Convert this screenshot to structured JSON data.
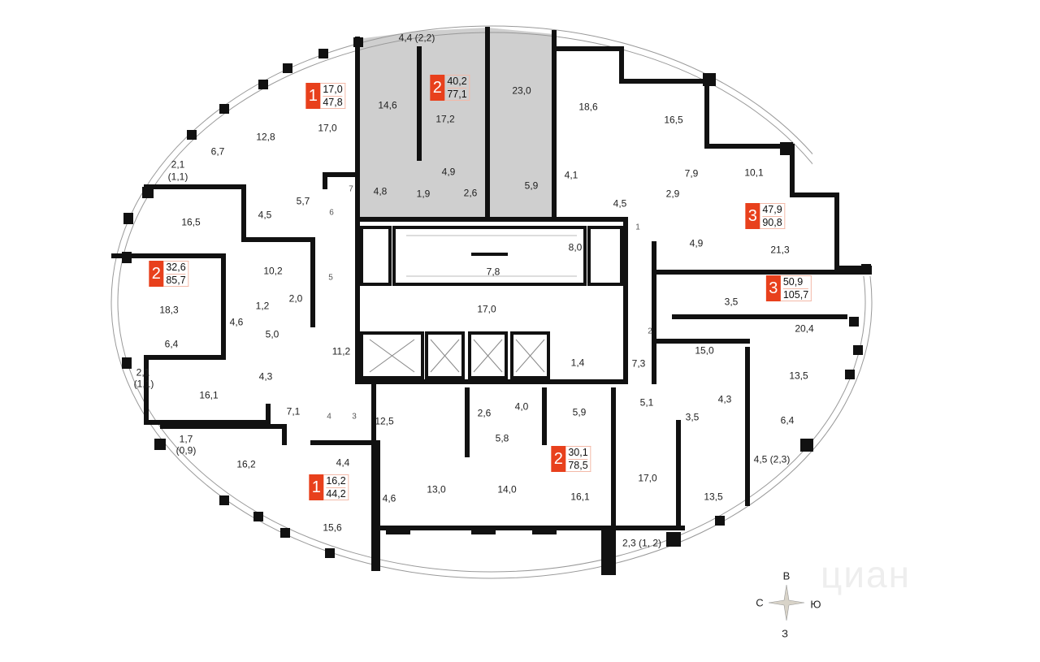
{
  "logo_watermark": "циан",
  "compass": {
    "north": "В",
    "west": "С",
    "east": "Ю",
    "south": "З"
  },
  "colors": {
    "accent": "#e8401c",
    "selected_fill": "#cfcfcf",
    "wall": "#111111"
  },
  "apartments": [
    {
      "rooms": "1",
      "living": "17,0",
      "total": "47,8"
    },
    {
      "rooms": "2",
      "living": "40,2",
      "total": "77,1"
    },
    {
      "rooms": "3",
      "living": "47,9",
      "total": "90,8"
    },
    {
      "rooms": "2",
      "living": "32,6",
      "total": "85,7"
    },
    {
      "rooms": "3",
      "living": "50,9",
      "total": "105,7"
    },
    {
      "rooms": "1",
      "living": "16,2",
      "total": "44,2"
    },
    {
      "rooms": "2",
      "living": "30,1",
      "total": "78,5"
    }
  ],
  "rooms": [
    "4,4 (2,2)",
    "14,6",
    "17,2",
    "23,0",
    "18,6",
    "16,5",
    "12,8",
    "17,0",
    "6,7",
    "2,1",
    "(1,1)",
    "4,9",
    "7,9",
    "10,1",
    "4,1",
    "4,8",
    "1,9",
    "2,6",
    "5,9",
    "2,9",
    "7",
    "5,7",
    "4,5",
    "6",
    "4,5",
    "16,5",
    "1",
    "8,0",
    "4,9",
    "21,3",
    "7,8",
    "10,2",
    "5",
    "18,3",
    "1,2",
    "2,0",
    "4,6",
    "17,0",
    "3,5",
    "5,0",
    "20,4",
    "6,4",
    "2",
    "11,2",
    "15,0",
    "1,4",
    "7,3",
    "2,1",
    "(1,1)",
    "4,3",
    "16,1",
    "13,5",
    "4,3",
    "4,0",
    "5,9",
    "5,1",
    "7,1",
    "2,6",
    "4",
    "3",
    "12,5",
    "3,5",
    "6,4",
    "1,7",
    "(0,9)",
    "5,8",
    "4,4",
    "16,2",
    "4,5 (2,3)",
    "13,0",
    "14,0",
    "17,0",
    "4,6",
    "13,5",
    "16,1",
    "15,6",
    "2,3 (1, 2)"
  ]
}
